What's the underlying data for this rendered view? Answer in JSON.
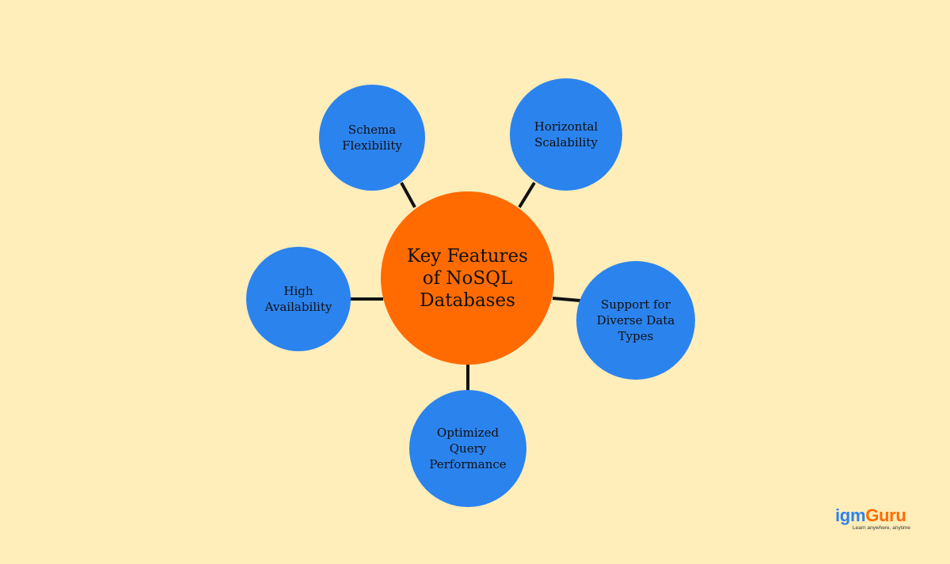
{
  "diagram": {
    "center": {
      "label": "Key Features of NoSQL Databases",
      "color": "#FF6B00"
    },
    "feature_color": "#2B83EE",
    "connector_color": "#111111",
    "features": [
      {
        "id": "schema-flexibility",
        "label": "Schema Flexibility"
      },
      {
        "id": "horizontal-scalability",
        "label": "Horizontal Scalability"
      },
      {
        "id": "high-availability",
        "label": "High Availability"
      },
      {
        "id": "diverse-data-types",
        "label": "Support for Diverse Data Types"
      },
      {
        "id": "optimized-query-performance",
        "label": "Optimized Query Performance"
      }
    ]
  },
  "background_color": "#FFEDBA",
  "logo": {
    "brand_part1": "igm",
    "brand_part2": "Guru",
    "tagline": "Learn anywhere, anytime",
    "color_part1": "#2B83EE",
    "color_part2": "#FF6B00"
  }
}
